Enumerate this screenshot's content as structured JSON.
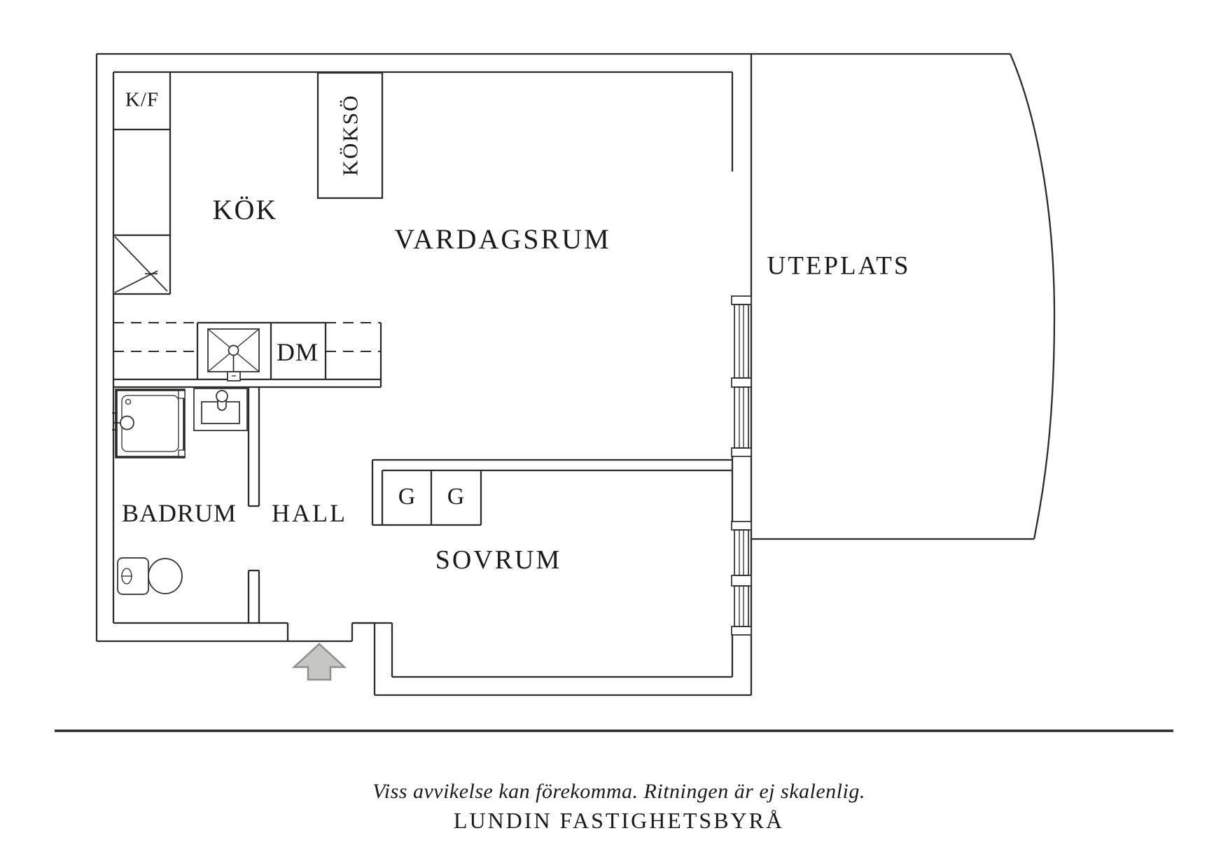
{
  "plan": {
    "labels": {
      "fridge_freezer": "K/F",
      "kitchen": "KÖK",
      "kitchen_island": "KÖKSÖ",
      "living_room": "VARDAGSRUM",
      "patio": "UTEPLATS",
      "dishwasher": "DM",
      "bathroom": "BADRUM",
      "hall": "HALL",
      "wardrobe_left": "G",
      "wardrobe_right": "G",
      "bedroom": "SOVRUM"
    },
    "footer": {
      "disclaimer": "Viss avvikelse kan förekomma. Ritningen är ej skalenlig.",
      "agency": "LUNDIN FASTIGHETSBYRÅ"
    },
    "symbols": [
      "shower",
      "washbasin",
      "toilet",
      "kitchen-sink",
      "dishwasher",
      "fridge-freezer",
      "tall-cabinet",
      "wardrobe",
      "window",
      "entrance-arrow"
    ],
    "colors": {
      "background": "#ffffff",
      "line": "#2b2b29",
      "text": "#1a1a18",
      "arrow_fill": "#c6c6c2",
      "arrow_stroke": "#8e8e8b"
    }
  }
}
